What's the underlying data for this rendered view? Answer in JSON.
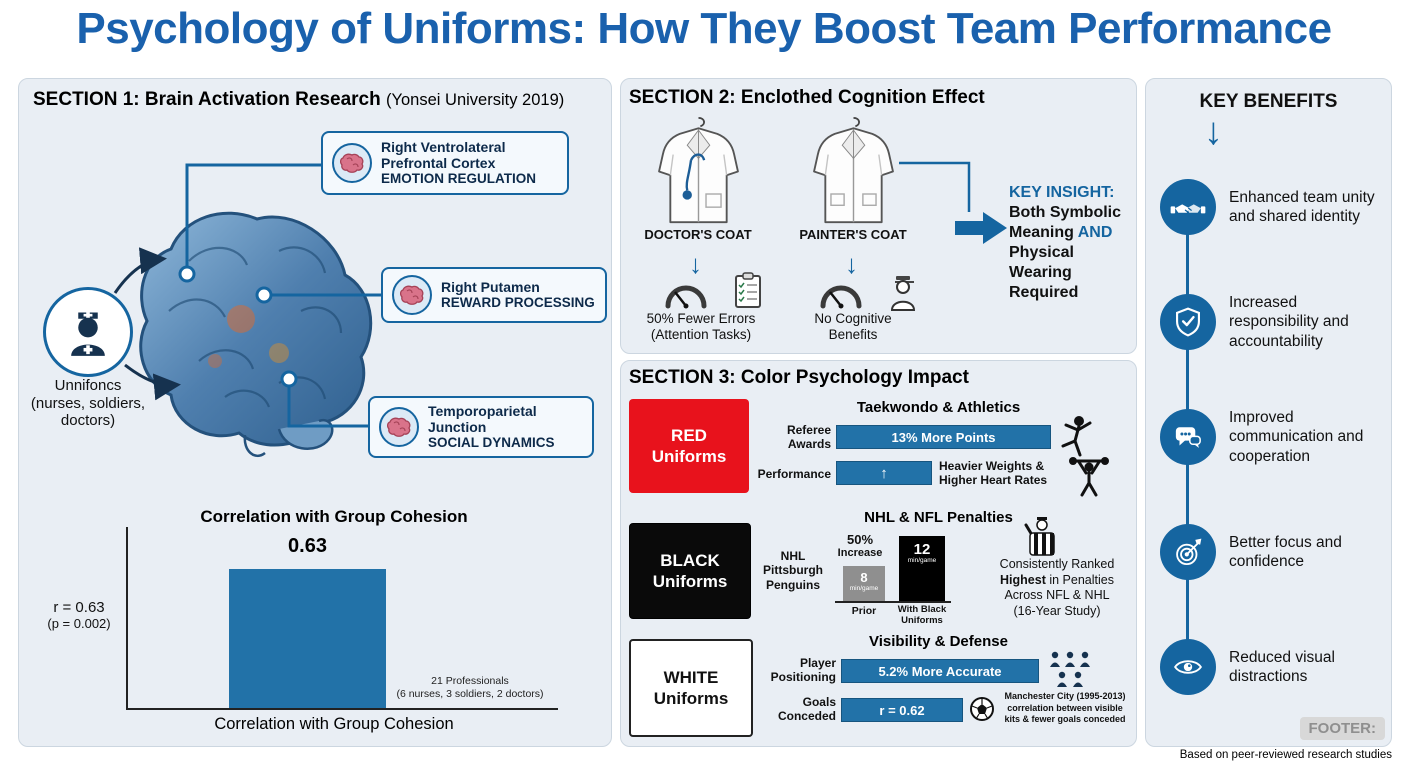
{
  "title": "Psychology of Uniforms: How They Boost Team Performance",
  "colors": {
    "title_blue": "#1a61ad",
    "accent_blue": "#1565a0",
    "bar_blue": "#2272a8",
    "red": "#e8121c",
    "black": "#0a0a0a",
    "panel_bg": "#e9eef4"
  },
  "icons": {
    "down_arrow": "↓",
    "up_arrow": "↑"
  },
  "section1": {
    "heading": "SECTION 1: Brain Activation Research",
    "heading_note": "(Yonsei University 2019)",
    "regions": [
      {
        "name": "Right Ventrolateral Prefrontal Cortex",
        "role": "EMOTION REGULATION"
      },
      {
        "name": "Right Putamen",
        "role": "REWARD PROCESSING"
      },
      {
        "name": "Temporoparietal Junction",
        "role": "SOCIAL DYNAMICS"
      }
    ],
    "subject": {
      "l1": "Unnifoncs",
      "l2": "(nurses, soldiers,",
      "l3": "doctors)"
    },
    "chart": {
      "title": "Correlation with Group Cohesion",
      "bar_label": "0.63",
      "stat_l1": "r = 0.63",
      "stat_l2": "(p = 0.002)",
      "note_l1": "21 Professionals",
      "note_l2": "(6 nurses, 3 soldiers, 2 doctors)",
      "xlabel": "Correlation with Group Cohesion"
    }
  },
  "section2": {
    "heading": "SECTION 2: Enclothed Cognition Effect",
    "coat1_label": "DOCTOR'S COAT",
    "coat2_label": "PAINTER'S COAT",
    "result1_l1": "50% Fewer Errors",
    "result1_l2": "(Attention Tasks)",
    "result2_l1": "No Cognitive",
    "result2_l2": "Benefits",
    "insight": {
      "label": "KEY INSIGHT:",
      "l1": "Both Symbolic",
      "l2a": "Meaning ",
      "l2b": "AND",
      "l3": "Physical Wearing",
      "l4": "Required"
    }
  },
  "section3": {
    "heading": "SECTION 3: Color Psychology Impact",
    "red": {
      "box_l1": "RED",
      "box_l2": "Uniforms",
      "title": "Taekwondo & Athletics",
      "row1_label_l1": "Referee",
      "row1_label_l2": "Awards",
      "row1_bar": "13% More Points",
      "row2_label": "Performance",
      "row2_text_l1": "Heavier Weights &",
      "row2_text_l2": "Higher Heart Rates"
    },
    "black": {
      "box_l1": "BLACK",
      "box_l2": "Uniforms",
      "title": "NHL & NFL Penalties",
      "team": "NHL Pittsburgh Penguins",
      "increase_l1": "50%",
      "increase_l2": "Increase",
      "bar_prior_value": "8",
      "bar_prior_unit": "min/game",
      "bar_prior_label": "Prior",
      "bar_black_value": "12",
      "bar_black_unit": "min/game",
      "bar_black_label_l1": "With Black",
      "bar_black_label_l2": "Uniforms",
      "note_l1": "Consistently Ranked",
      "note_l2a": "Highest",
      "note_l2b": " in Penalties",
      "note_l3": "Across NFL & NHL",
      "note_l4": "(16-Year Study)"
    },
    "white": {
      "box_l1": "WHITE",
      "box_l2": "Uniforms",
      "title": "Visibility & Defense",
      "row1_label_l1": "Player",
      "row1_label_l2": "Positioning",
      "row1_bar": "5.2% More Accurate",
      "row2_label_l1": "Goals",
      "row2_label_l2": "Conceded",
      "row2_bar": "r = 0.62",
      "note": "Manchester City (1995-2013) correlation between visible kits & fewer goals conceded"
    }
  },
  "benefits": {
    "heading": "KEY BENEFITS",
    "items": [
      {
        "icon": "handshake-icon",
        "text": "Enhanced team unity and shared identity"
      },
      {
        "icon": "shield-check-icon",
        "text": "Increased responsibility and accountability"
      },
      {
        "icon": "chat-icon",
        "text": "Improved communication and cooperation"
      },
      {
        "icon": "target-icon",
        "text": "Better focus and confidence"
      },
      {
        "icon": "eye-icon",
        "text": "Reduced visual distractions"
      }
    ]
  },
  "footer": {
    "label": "FOOTER:",
    "note": "Based on peer-reviewed research studies"
  },
  "chart_data": {
    "type": "bar",
    "title": "Correlation with Group Cohesion",
    "categories": [
      "Correlation with Group Cohesion"
    ],
    "values": [
      0.63
    ],
    "value_labels": [
      "0.63"
    ],
    "annotations": [
      "r = 0.63 (p = 0.002)",
      "21 Professionals (6 nurses, 3 soldiers, 2 doctors)"
    ],
    "xlabel": "Correlation with Group Cohesion",
    "ylabel": "",
    "ylim": [
      0,
      0.75
    ],
    "grid": false,
    "legend": "none",
    "bar_color": "#2272a8"
  }
}
